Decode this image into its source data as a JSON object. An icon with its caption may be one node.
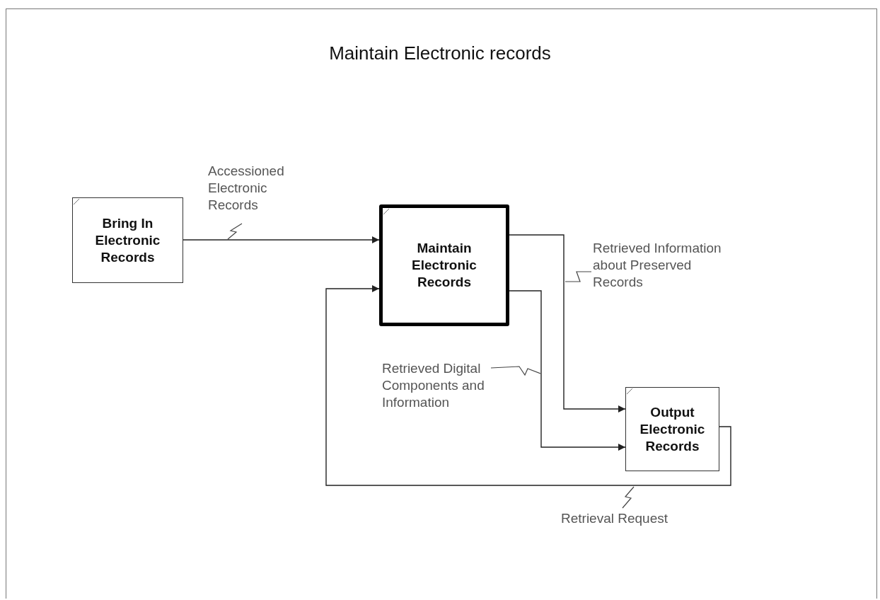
{
  "diagram": {
    "title": "Maintain Electronic records",
    "nodes": [
      {
        "text": [
          "Bring In Electronic Records"
        ]
      },
      {
        "text": [
          "Maintain Electronic Records"
        ]
      },
      {
        "text": [
          "Output Electronic Records"
        ]
      }
    ],
    "edges": [
      {
        "from": 0,
        "to": 1,
        "arrow": "to",
        "label": "Accessioned Electronic Records"
      },
      {
        "from": 1,
        "to": 2,
        "arrow": "to",
        "label": "Retrieved Information about Preserved Records"
      },
      {
        "from": 1,
        "to": 2,
        "arrow": "to",
        "label": "Retrieved Digital Components and Information"
      },
      {
        "from": 2,
        "to": 1,
        "arrow": "to",
        "label": "Retrieval Request"
      }
    ]
  }
}
